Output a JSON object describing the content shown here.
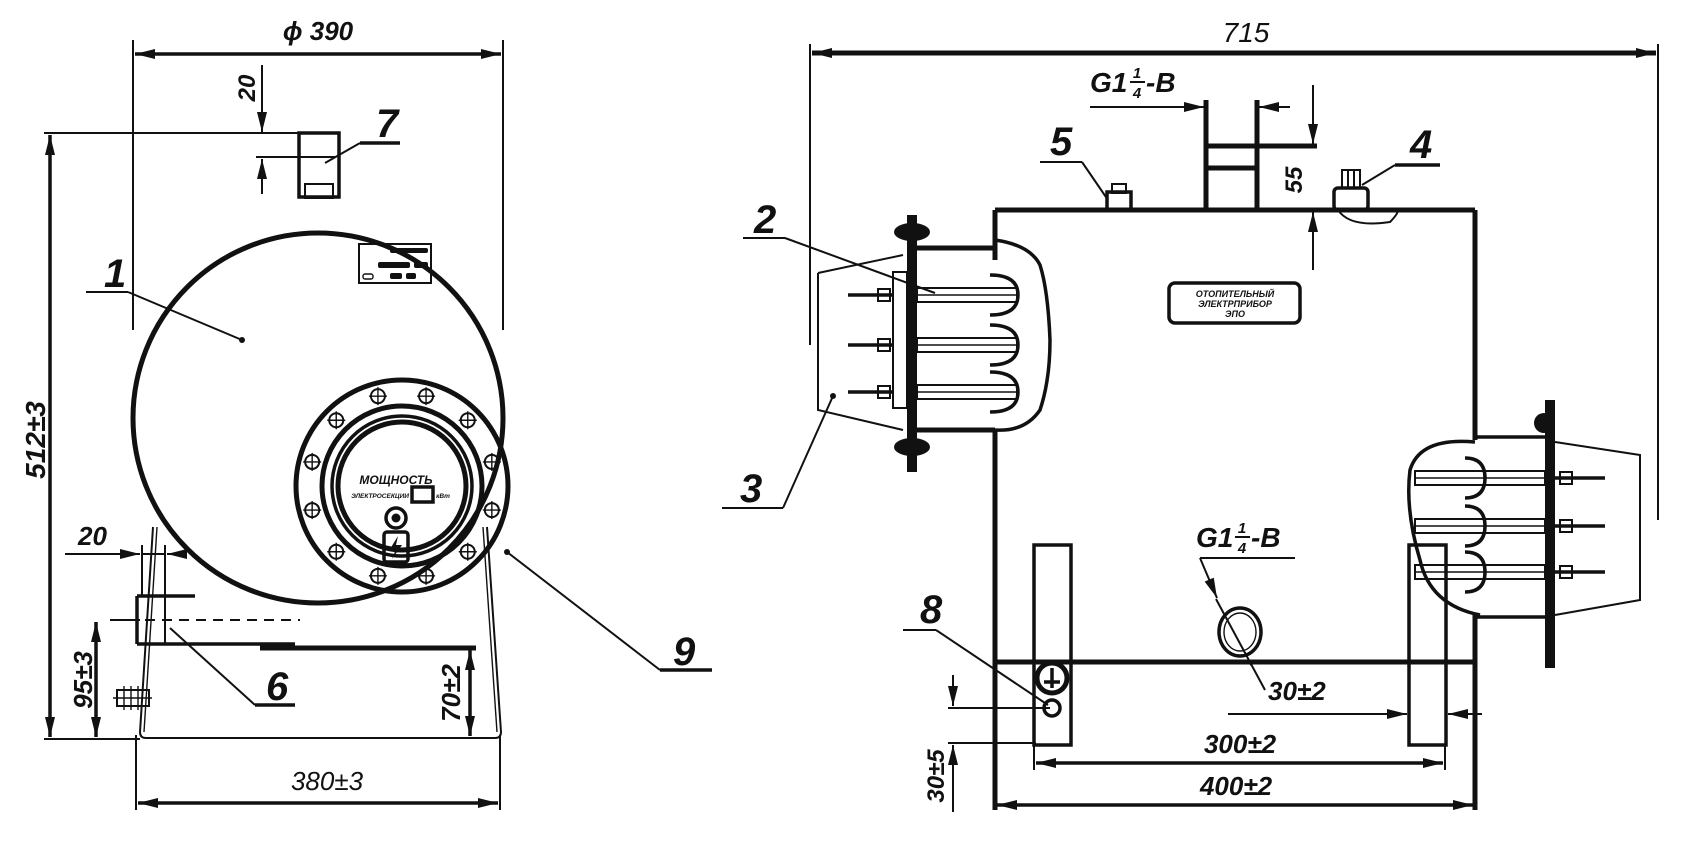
{
  "drawing": {
    "title": "Отопительный электроприбор ЭПО — габаритный чертёж",
    "colors": {
      "line": "#111111",
      "background": "#ffffff"
    }
  },
  "left_view": {
    "dims": {
      "diameter": "ϕ 390",
      "top_outlet_height": "20",
      "overall_height": "512±3",
      "side_pipe_width": "20",
      "drain_height": "95±3",
      "leg_height": "70±2",
      "base_width": "380±3"
    },
    "nameplate": {
      "title": "МОЩНОСТЬ",
      "subtitle": "ЭЛЕКТРОСЕКЦИИ",
      "unit": "кВт"
    },
    "callouts": {
      "c1": "1",
      "c6": "6",
      "c7": "7",
      "c9": "9"
    }
  },
  "right_view": {
    "dims": {
      "overall_length": "715",
      "top_thread": "G1",
      "top_thread_num": "1",
      "top_thread_den": "4",
      "top_thread_suffix": "-B",
      "top_outlet_height": "55",
      "bottom_thread": "G1",
      "bottom_thread_num": "1",
      "bottom_thread_den": "4",
      "bottom_thread_suffix": "-B",
      "foot_width": "30±2",
      "foot_spacing": "300±2",
      "body_length": "400±2",
      "ground_height": "30±5"
    },
    "body_label": [
      "ОТОПИТЕЛЬНЫЙ",
      "ЭЛЕКТРПРИБОР",
      "ЭПО"
    ],
    "callouts": {
      "c2": "2",
      "c3": "3",
      "c4": "4",
      "c5": "5",
      "c8": "8"
    }
  }
}
